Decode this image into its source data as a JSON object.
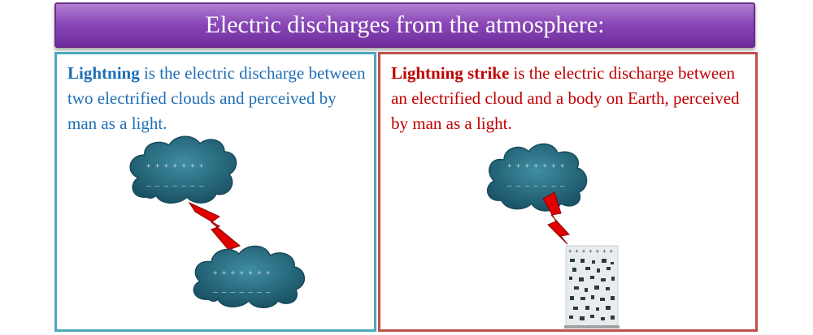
{
  "title": "Electric discharges from the atmosphere:",
  "left_panel": {
    "term": "Lightning",
    "rest": " is the electric discharge between two electrified clouds and perceived by man as a light."
  },
  "right_panel": {
    "term": "Lightning strike",
    "rest": " is the electric discharge between an electrified cloud and a body on Earth, perceived by man as a light."
  },
  "charges": {
    "plus": "+ + + + + + +",
    "minus": "– – – – – – –"
  },
  "colors": {
    "banner": "#8b48b8",
    "left_border": "#4aa8b8",
    "right_border": "#c0504d",
    "left_text": "#1f6eb5",
    "right_text": "#c00000",
    "cloud": "#23677a",
    "bolt": "#e00000"
  }
}
